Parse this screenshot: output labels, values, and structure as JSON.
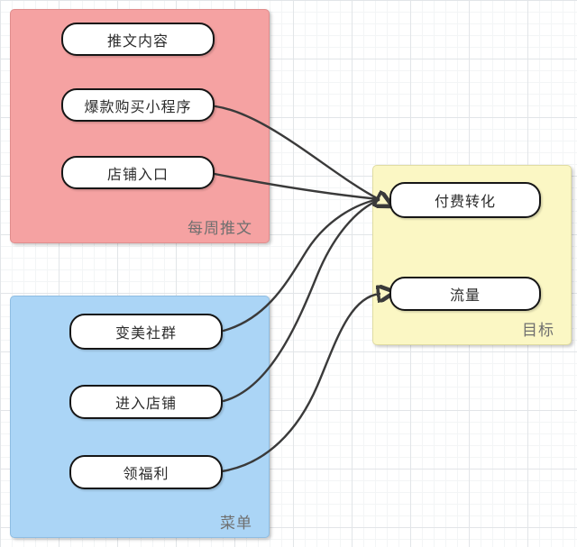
{
  "groups": {
    "weekly_tweets": {
      "label": "每周推文",
      "fill": "#f5a2a2",
      "border": "#e08d8d",
      "nodes": [
        {
          "label": "推文内容"
        },
        {
          "label": "爆款购买小程序"
        },
        {
          "label": "店铺入口"
        }
      ]
    },
    "menu": {
      "label": "菜单",
      "fill": "#abd5f6",
      "border": "#8fbde2",
      "nodes": [
        {
          "label": "变美社群"
        },
        {
          "label": "进入店铺"
        },
        {
          "label": "领福利"
        }
      ]
    },
    "goal": {
      "label": "目标",
      "fill": "#fbf7c4",
      "border": "#e0dca2",
      "nodes": [
        {
          "label": "付费转化"
        },
        {
          "label": "流量"
        }
      ]
    }
  },
  "edges": [
    {
      "from": "爆款购买小程序",
      "to": "付费转化"
    },
    {
      "from": "店铺入口",
      "to": "付费转化"
    },
    {
      "from": "变美社群",
      "to": "付费转化"
    },
    {
      "from": "进入店铺",
      "to": "付费转化"
    },
    {
      "from": "领福利",
      "to": "流量"
    }
  ],
  "edge_color": "#3a3a3a"
}
